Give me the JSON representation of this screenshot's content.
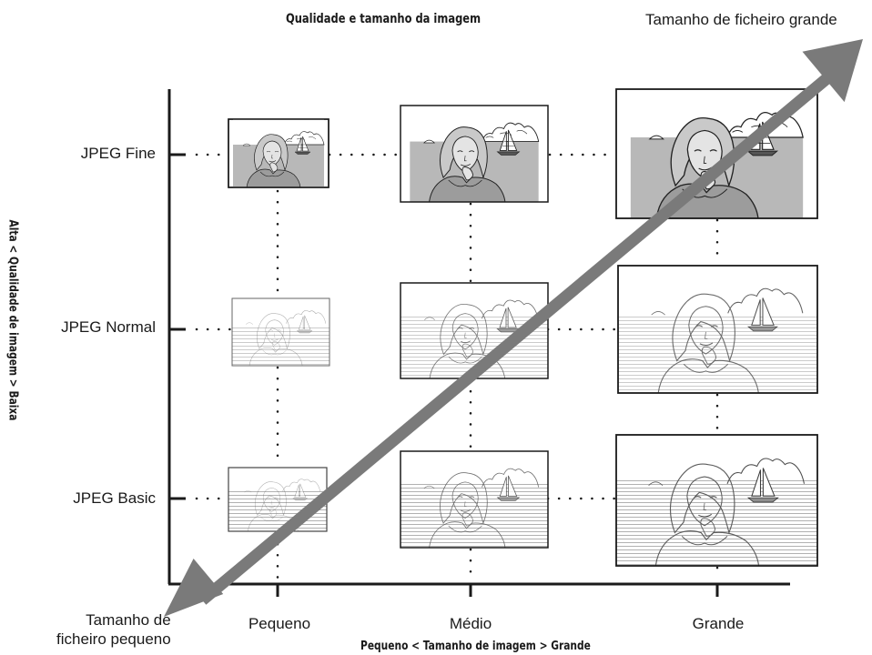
{
  "title": "Qualidade e tamanho da imagem",
  "corner_top_right": "Tamanho de ficheiro grande",
  "corner_bottom_left": [
    "Tamanho de",
    "ficheiro pequeno"
  ],
  "y_axis_title": "Alta < Qualidade de imagem > Baixa",
  "x_axis_title": "Pequeno < Tamanho de imagem > Grande",
  "rows": [
    "JPEG Fine",
    "JPEG Normal",
    "JPEG Basic"
  ],
  "columns": [
    "Pequeno",
    "Médio",
    "Grande"
  ],
  "colors": {
    "arrow": "#7a7a7a",
    "axis": "#1a1a1a",
    "fine_fill": "#b8b8b8",
    "frame": "#222222"
  }
}
